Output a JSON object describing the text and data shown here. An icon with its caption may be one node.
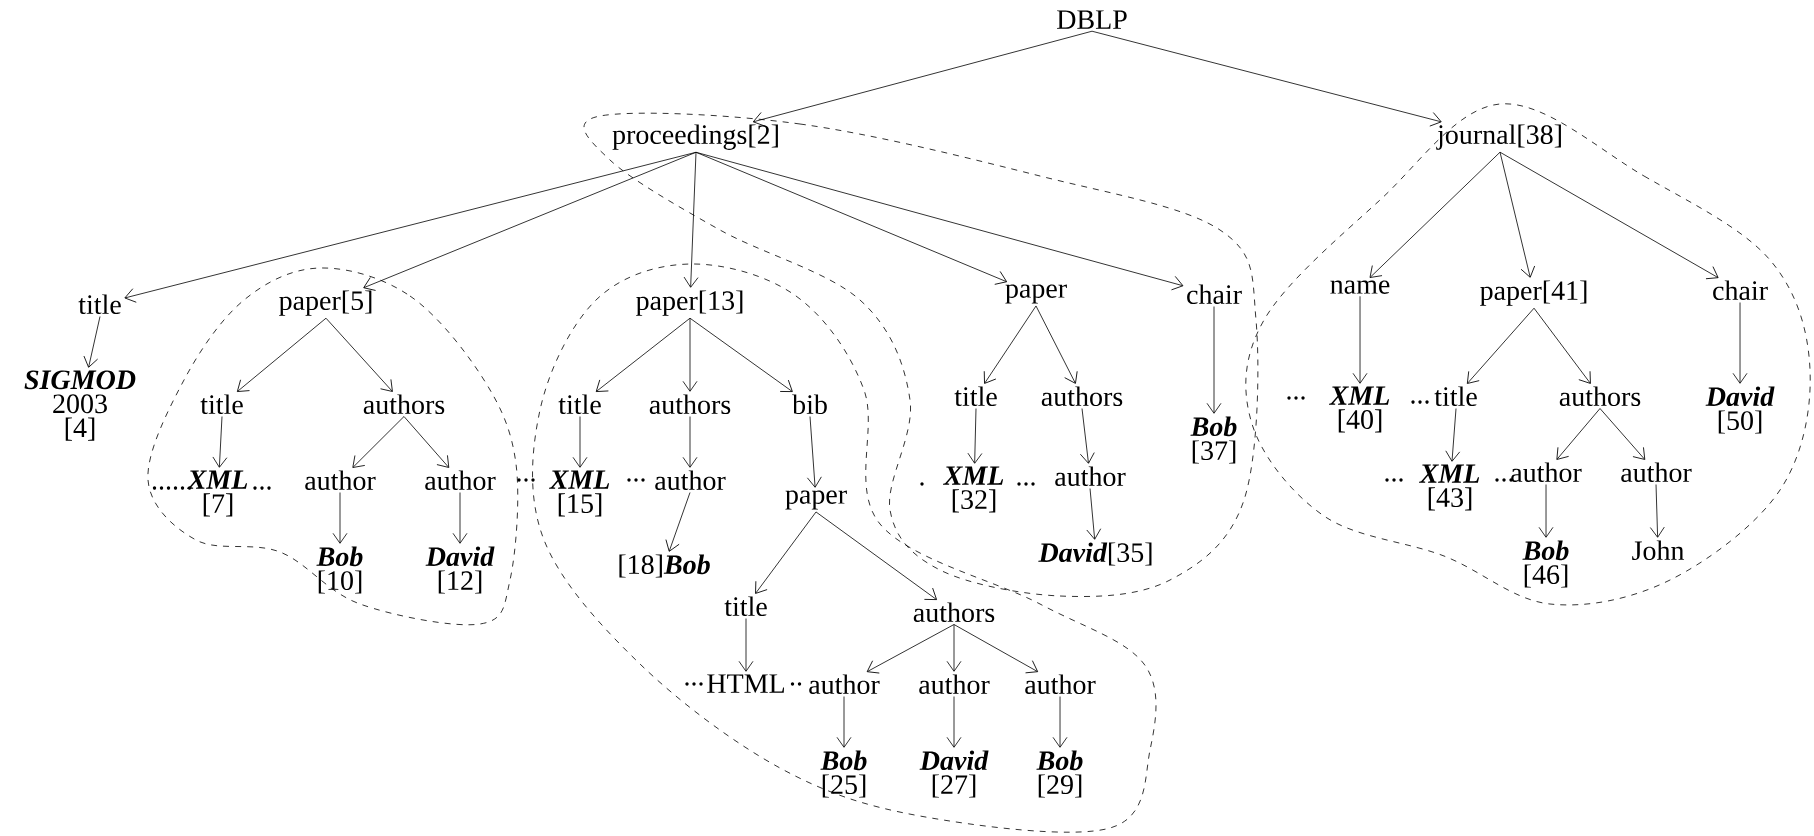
{
  "diagram": {
    "nodes": [
      {
        "text": [
          "DBLP"
        ]
      },
      {
        "text": [],
        "shape": "cloud"
      },
      {
        "text": [
          "proceedings[2]"
        ],
        "in": 1
      },
      {
        "text": [
          "title"
        ]
      },
      {
        "text": [
          "SIGMOD",
          "2003",
          "[4]"
        ]
      },
      {
        "text": [],
        "shape": "cloud"
      },
      {
        "text": [
          "paper[5]"
        ],
        "in": 5
      },
      {
        "text": [
          "title"
        ],
        "in": 5
      },
      {
        "text": [
          "authors"
        ],
        "in": 5
      },
      {
        "text": [
          "XML",
          "[7]"
        ],
        "in": 5
      },
      {
        "text": [
          "author"
        ],
        "in": 5
      },
      {
        "text": [
          "author"
        ],
        "in": 5
      },
      {
        "text": [
          "Bob",
          "[10]"
        ],
        "in": 5
      },
      {
        "text": [
          "David",
          "[12]"
        ],
        "in": 5
      },
      {
        "text": [],
        "shape": "cloud"
      },
      {
        "text": [
          "paper[13]"
        ],
        "in": 14
      },
      {
        "text": [
          "title"
        ],
        "in": 14
      },
      {
        "text": [
          "authors"
        ],
        "in": 14
      },
      {
        "text": [
          "bib"
        ],
        "in": 14
      },
      {
        "text": [
          "XML",
          "[15]"
        ],
        "in": 14
      },
      {
        "text": [
          "author"
        ],
        "in": 14
      },
      {
        "text": [
          "[18]",
          "Bob"
        ],
        "in": 14
      },
      {
        "text": [
          "paper"
        ],
        "in": 14
      },
      {
        "text": [
          "title"
        ],
        "in": 14
      },
      {
        "text": [
          "authors"
        ],
        "in": 14
      },
      {
        "text": [
          "HTML"
        ],
        "in": 14
      },
      {
        "text": [
          "author"
        ],
        "in": 14
      },
      {
        "text": [
          "author"
        ],
        "in": 14
      },
      {
        "text": [
          "author"
        ],
        "in": 14
      },
      {
        "text": [
          "Bob",
          "[25]"
        ],
        "in": 14
      },
      {
        "text": [
          "David",
          "[27]"
        ],
        "in": 14
      },
      {
        "text": [
          "Bob",
          "[29]"
        ],
        "in": 14
      },
      {
        "text": [
          "paper"
        ],
        "in": 1
      },
      {
        "text": [
          "chair"
        ],
        "in": 1
      },
      {
        "text": [
          "title"
        ],
        "in": 1
      },
      {
        "text": [
          "authors"
        ],
        "in": 1
      },
      {
        "text": [
          "XML",
          "[32]"
        ],
        "in": 1
      },
      {
        "text": [
          "author"
        ],
        "in": 1
      },
      {
        "text": [
          "David",
          "[35]"
        ],
        "in": 1
      },
      {
        "text": [
          "Bob",
          "[37]"
        ],
        "in": 1
      },
      {
        "text": [],
        "shape": "cloud"
      },
      {
        "text": [
          "journal[38]"
        ],
        "in": 40
      },
      {
        "text": [
          "name"
        ],
        "in": 40
      },
      {
        "text": [
          "paper[41]"
        ],
        "in": 40
      },
      {
        "text": [
          "chair"
        ],
        "in": 40
      },
      {
        "text": [
          "XML",
          "[40]"
        ],
        "in": 40
      },
      {
        "text": [
          "title"
        ],
        "in": 40
      },
      {
        "text": [
          "authors"
        ],
        "in": 40
      },
      {
        "text": [
          "David",
          "[50]"
        ],
        "in": 40
      },
      {
        "text": [
          "XML",
          "[43]"
        ],
        "in": 40
      },
      {
        "text": [
          "author"
        ],
        "in": 40
      },
      {
        "text": [
          "author"
        ],
        "in": 40
      },
      {
        "text": [
          "Bob",
          "[46]"
        ],
        "in": 40
      },
      {
        "text": [
          "John"
        ],
        "in": 40
      }
    ],
    "edges": [
      {
        "from": 0,
        "to": 2,
        "arrow": "to"
      },
      {
        "from": 0,
        "to": 41,
        "arrow": "to"
      },
      {
        "from": 2,
        "to": 3,
        "arrow": "to"
      },
      {
        "from": 2,
        "to": 6,
        "arrow": "to"
      },
      {
        "from": 2,
        "to": 15,
        "arrow": "to"
      },
      {
        "from": 2,
        "to": 32,
        "arrow": "to"
      },
      {
        "from": 2,
        "to": 33,
        "arrow": "to"
      },
      {
        "from": 3,
        "to": 4,
        "arrow": "to"
      },
      {
        "from": 6,
        "to": 7,
        "arrow": "to"
      },
      {
        "from": 6,
        "to": 8,
        "arrow": "to"
      },
      {
        "from": 7,
        "to": 9,
        "arrow": "to"
      },
      {
        "from": 8,
        "to": 10,
        "arrow": "to"
      },
      {
        "from": 8,
        "to": 11,
        "arrow": "to"
      },
      {
        "from": 10,
        "to": 12,
        "arrow": "to"
      },
      {
        "from": 11,
        "to": 13,
        "arrow": "to"
      },
      {
        "from": 15,
        "to": 16,
        "arrow": "to"
      },
      {
        "from": 15,
        "to": 17,
        "arrow": "to"
      },
      {
        "from": 15,
        "to": 18,
        "arrow": "to"
      },
      {
        "from": 16,
        "to": 19,
        "arrow": "to"
      },
      {
        "from": 17,
        "to": 20,
        "arrow": "to"
      },
      {
        "from": 20,
        "to": 21,
        "arrow": "to"
      },
      {
        "from": 18,
        "to": 22,
        "arrow": "to"
      },
      {
        "from": 22,
        "to": 23,
        "arrow": "to"
      },
      {
        "from": 22,
        "to": 24,
        "arrow": "to"
      },
      {
        "from": 23,
        "to": 25,
        "arrow": "to"
      },
      {
        "from": 24,
        "to": 26,
        "arrow": "to"
      },
      {
        "from": 24,
        "to": 27,
        "arrow": "to"
      },
      {
        "from": 24,
        "to": 28,
        "arrow": "to"
      },
      {
        "from": 26,
        "to": 29,
        "arrow": "to"
      },
      {
        "from": 27,
        "to": 30,
        "arrow": "to"
      },
      {
        "from": 28,
        "to": 31,
        "arrow": "to"
      },
      {
        "from": 32,
        "to": 34,
        "arrow": "to"
      },
      {
        "from": 32,
        "to": 35,
        "arrow": "to"
      },
      {
        "from": 34,
        "to": 36,
        "arrow": "to"
      },
      {
        "from": 35,
        "to": 37,
        "arrow": "to"
      },
      {
        "from": 37,
        "to": 38,
        "arrow": "to"
      },
      {
        "from": 33,
        "to": 39,
        "arrow": "to"
      },
      {
        "from": 41,
        "to": 42,
        "arrow": "to"
      },
      {
        "from": 41,
        "to": 43,
        "arrow": "to"
      },
      {
        "from": 41,
        "to": 44,
        "arrow": "to"
      },
      {
        "from": 42,
        "to": 45,
        "arrow": "to"
      },
      {
        "from": 43,
        "to": 46,
        "arrow": "to"
      },
      {
        "from": 43,
        "to": 47,
        "arrow": "to"
      },
      {
        "from": 46,
        "to": 49,
        "arrow": "to"
      },
      {
        "from": 47,
        "to": 50,
        "arrow": "to"
      },
      {
        "from": 47,
        "to": 51,
        "arrow": "to"
      },
      {
        "from": 50,
        "to": 52,
        "arrow": "to"
      },
      {
        "from": 51,
        "to": 53,
        "arrow": "to"
      },
      {
        "from": 44,
        "to": 48,
        "arrow": "to"
      }
    ],
    "labels": [
      "......",
      "...",
      "...",
      "...",
      "...",
      "..",
      ".",
      "...",
      "...",
      "...",
      "...",
      "..."
    ]
  }
}
